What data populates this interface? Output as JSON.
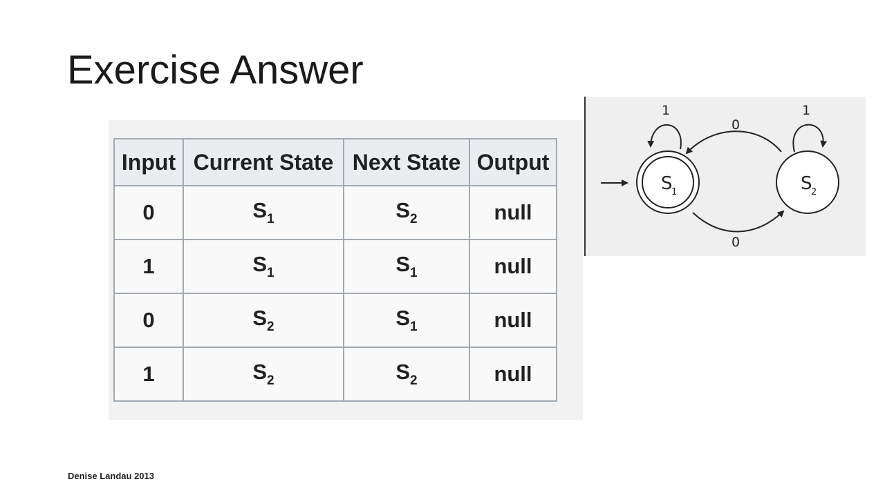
{
  "slide": {
    "title": "Exercise Answer",
    "footer": "Denise Landau 2013"
  },
  "table": {
    "headers": [
      "Input",
      "Current State",
      "Next State",
      "Output"
    ],
    "rows": [
      {
        "input": "0",
        "current": "S",
        "current_sub": "1",
        "next": "S",
        "next_sub": "2",
        "output": "null"
      },
      {
        "input": "1",
        "current": "S",
        "current_sub": "1",
        "next": "S",
        "next_sub": "1",
        "output": "null"
      },
      {
        "input": "0",
        "current": "S",
        "current_sub": "2",
        "next": "S",
        "next_sub": "1",
        "output": "null"
      },
      {
        "input": "1",
        "current": "S",
        "current_sub": "2",
        "next": "S",
        "next_sub": "2",
        "output": "null"
      }
    ]
  },
  "diagram": {
    "states": [
      {
        "label": "S",
        "sub": "1",
        "accepting": true,
        "start": true
      },
      {
        "label": "S",
        "sub": "2",
        "accepting": false,
        "start": false
      }
    ],
    "transitions": {
      "s1_self": "1",
      "s2_self": "1",
      "s2_to_s1": "0",
      "s1_to_s2": "0"
    },
    "colors": {
      "background": "#efefef",
      "stroke": "#222222",
      "state_fill": "#ffffff"
    }
  }
}
